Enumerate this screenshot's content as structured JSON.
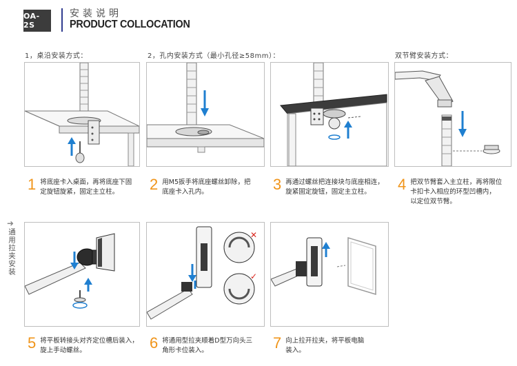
{
  "header": {
    "badge": "OA-2S",
    "title_cn": "安装说明",
    "title_en": "PRODUCT COLLOCATION"
  },
  "sections": {
    "desk_edge": "1，桌沿安装方式：",
    "hole": "2，孔内安装方式（最小孔径≥58mm）：",
    "double_arm": "双节臂安装方式："
  },
  "side_label": "通用拉夹安装",
  "steps": [
    {
      "num": "1",
      "text": [
        "将底座卡入桌面，再将底座下固",
        "定旋钮旋紧，固定主立柱。"
      ]
    },
    {
      "num": "2",
      "text": [
        "用M5扳手将底座螺丝卸除，把",
        "底座卡入孔内。"
      ]
    },
    {
      "num": "3",
      "text": [
        "再通过螺丝把连接块与底座相连，",
        "旋紧固定旋钮，固定主立柱。"
      ]
    },
    {
      "num": "4",
      "text": [
        "把双节臂套入主立柱，再将限位",
        "卡扣卡入相应的环型凹槽内，",
        "以定位双节臂。"
      ]
    },
    {
      "num": "5",
      "text": [
        "将平板转接头对齐定位槽后装入，",
        "旋上手动螺丝。"
      ]
    },
    {
      "num": "6",
      "text": [
        "将通用型拉夹顺着D型万向头三",
        "角形卡位装入。"
      ]
    },
    {
      "num": "7",
      "text": [
        "向上拉开拉夹，将平板电脑",
        "装入。"
      ]
    }
  ],
  "colors": {
    "accent_arrow": "#1f7fd0",
    "step_number": "#f09419",
    "title_bar": "#2f3b8f",
    "wrong_mark": "#d9251d"
  }
}
